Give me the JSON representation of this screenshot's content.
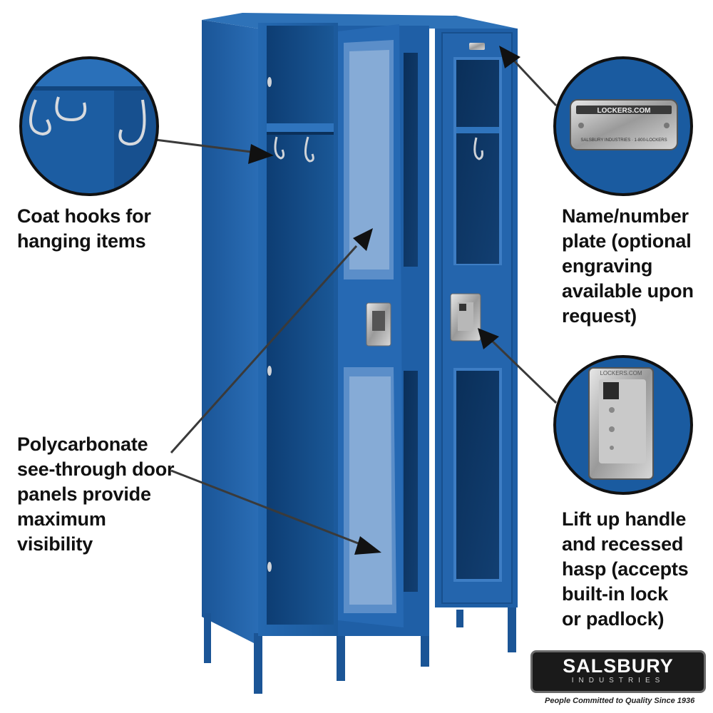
{
  "product": {
    "name": "Salsbury single tier see-through metal locker",
    "color": "#1f5fa6"
  },
  "callouts": {
    "hooks": {
      "lines": [
        "Coat hooks for",
        "hanging items"
      ]
    },
    "polycarbonate": {
      "lines": [
        "Polycarbonate",
        "see-through door",
        "panels provide",
        "maximum",
        "visibility"
      ]
    },
    "plate": {
      "lines": [
        "Name/number",
        "plate (optional",
        "engraving",
        "available upon",
        "request)"
      ]
    },
    "handle": {
      "lines": [
        "Lift up handle",
        "and recessed",
        "hasp (accepts",
        "built-in lock",
        "or padlock)"
      ]
    }
  },
  "insets": {
    "plate_text": "LOCKERS.COM",
    "plate_subtext": "SALSBURY INDUSTRIES · 1-800-LOCKERS",
    "handle_text": "LOCKERS.COM"
  },
  "brand": {
    "name": "SALSBURY",
    "sub": "INDUSTRIES",
    "tagline": "People Committed to Quality Since 1936"
  }
}
